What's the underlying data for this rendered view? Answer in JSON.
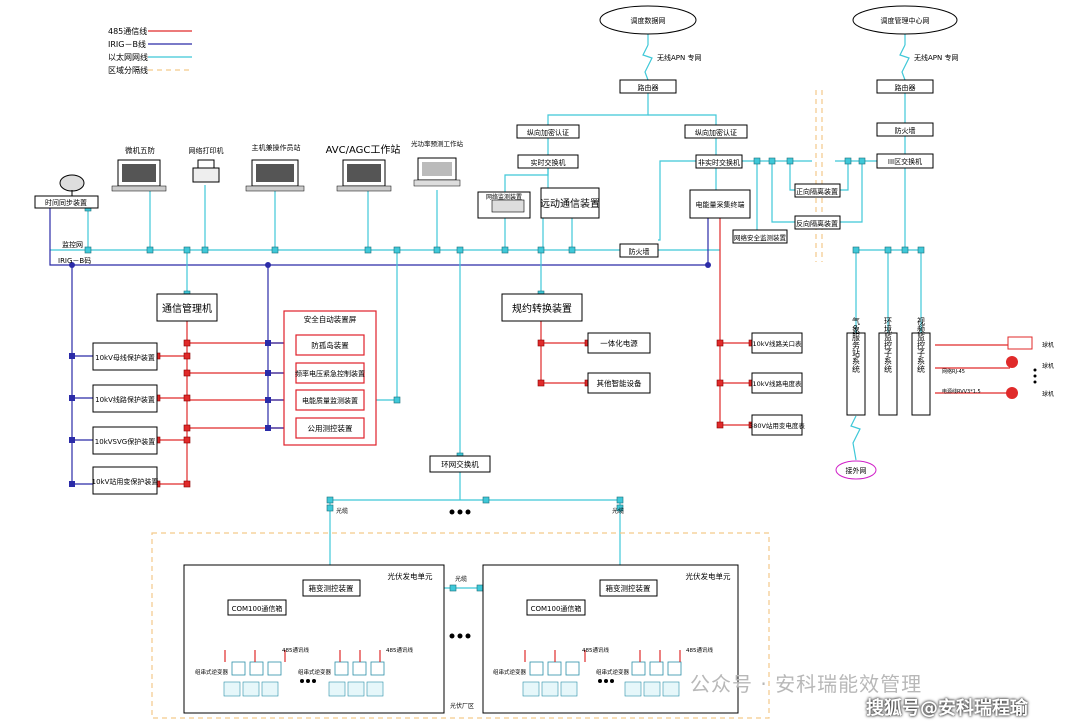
{
  "legend": {
    "items": [
      {
        "label": "485通信线",
        "color": "#e02a2a"
      },
      {
        "label": "IRIG－B线",
        "color": "#2b2ba8"
      },
      {
        "label": "以太网网线",
        "color": "#3fc8d8"
      },
      {
        "label": "区域分隔线",
        "color": "#f3c98a"
      }
    ]
  },
  "top_left": {
    "dispatch_net": "调度数据网",
    "apn1": "无线APN 专网",
    "router1": "路由器",
    "auth1": "纵向加密认证",
    "auth2": "纵向加密认证",
    "realtime_switch": "实时交换机",
    "nonrealtime_switch": "非实时交换机",
    "telecontrol": "远动通信装置",
    "network_monitor_device": "网络监测装置",
    "firewall1": "防火墙",
    "energy_terminal": "电能量采集终端",
    "forward_isolator": "正向隔离装置",
    "reverse_isolator": "反向隔离装置",
    "net_security_monitor": "网络安全监测装置"
  },
  "top_right": {
    "mgmt_center": "调度管理中心网",
    "apn2": "无线APN 专网",
    "router2": "路由器",
    "firewall2": "防火墙",
    "zone3_switch": "III区交换机"
  },
  "workstations": {
    "five_prevent": "微机五防",
    "printer": "网络打印机",
    "host_station": "主机兼操作员站",
    "avc_agc": "AVC/AGC工作站",
    "pv_forecast": "光功率预测工作站",
    "time_sync": "时间同步装置",
    "monitor_net": "监控网",
    "irig_label": "IRIG－B码"
  },
  "mid": {
    "comm_manager": "通信管理机",
    "protocol_converter": "规约转换装置",
    "safety_panel_title": "安全自动装置屏",
    "anti_island": "防孤岛装置",
    "freq_volt": "频率电压紧急控制装置",
    "power_quality": "电能质量监测装置",
    "common_measure": "公用测控装置",
    "integrated_power": "一体化电源",
    "other_smart": "其他智能设备",
    "prot_bus": "10kV母线保护装置",
    "prot_line": "10kV线路保护装置",
    "prot_svg": "10kVSVG保护装置",
    "prot_station": "10kV站用变保护装置",
    "meter_gate": "10kV线路关口表",
    "meter_line": "10kV线路电度表",
    "meter_380": "380V站用变电度表",
    "weather_station": "气象服务站系统",
    "env_monitor": "环境监控子系统",
    "video_monitor": "视频监控子系统",
    "external_net": "接外网",
    "cam_label": "球机",
    "cam_label2": "球机",
    "cam_label3": "球机",
    "video_line1": "网络RJ-45",
    "video_line2": "电源线RVV3*1.5"
  },
  "bottom": {
    "ring_switch": "环网交换机",
    "fiber1": "光缆",
    "fiber2": "光缆",
    "fiber3": "光缆",
    "unit1_title": "光伏发电单元",
    "unit2_title": "光伏发电单元",
    "box_transformer1": "箱变测控装置",
    "box_transformer2": "箱变测控装置",
    "com_box1": "COM100通信箱",
    "com_box2": "COM100通信箱",
    "inverter_label": "组串式逆变器",
    "rs485_label": "485通讯线",
    "plant_area": "光伏厂区"
  },
  "watermark": {
    "left": "公众号 · 安科瑞能效管理",
    "right": "搜狐号@安科瑞程瑜"
  }
}
